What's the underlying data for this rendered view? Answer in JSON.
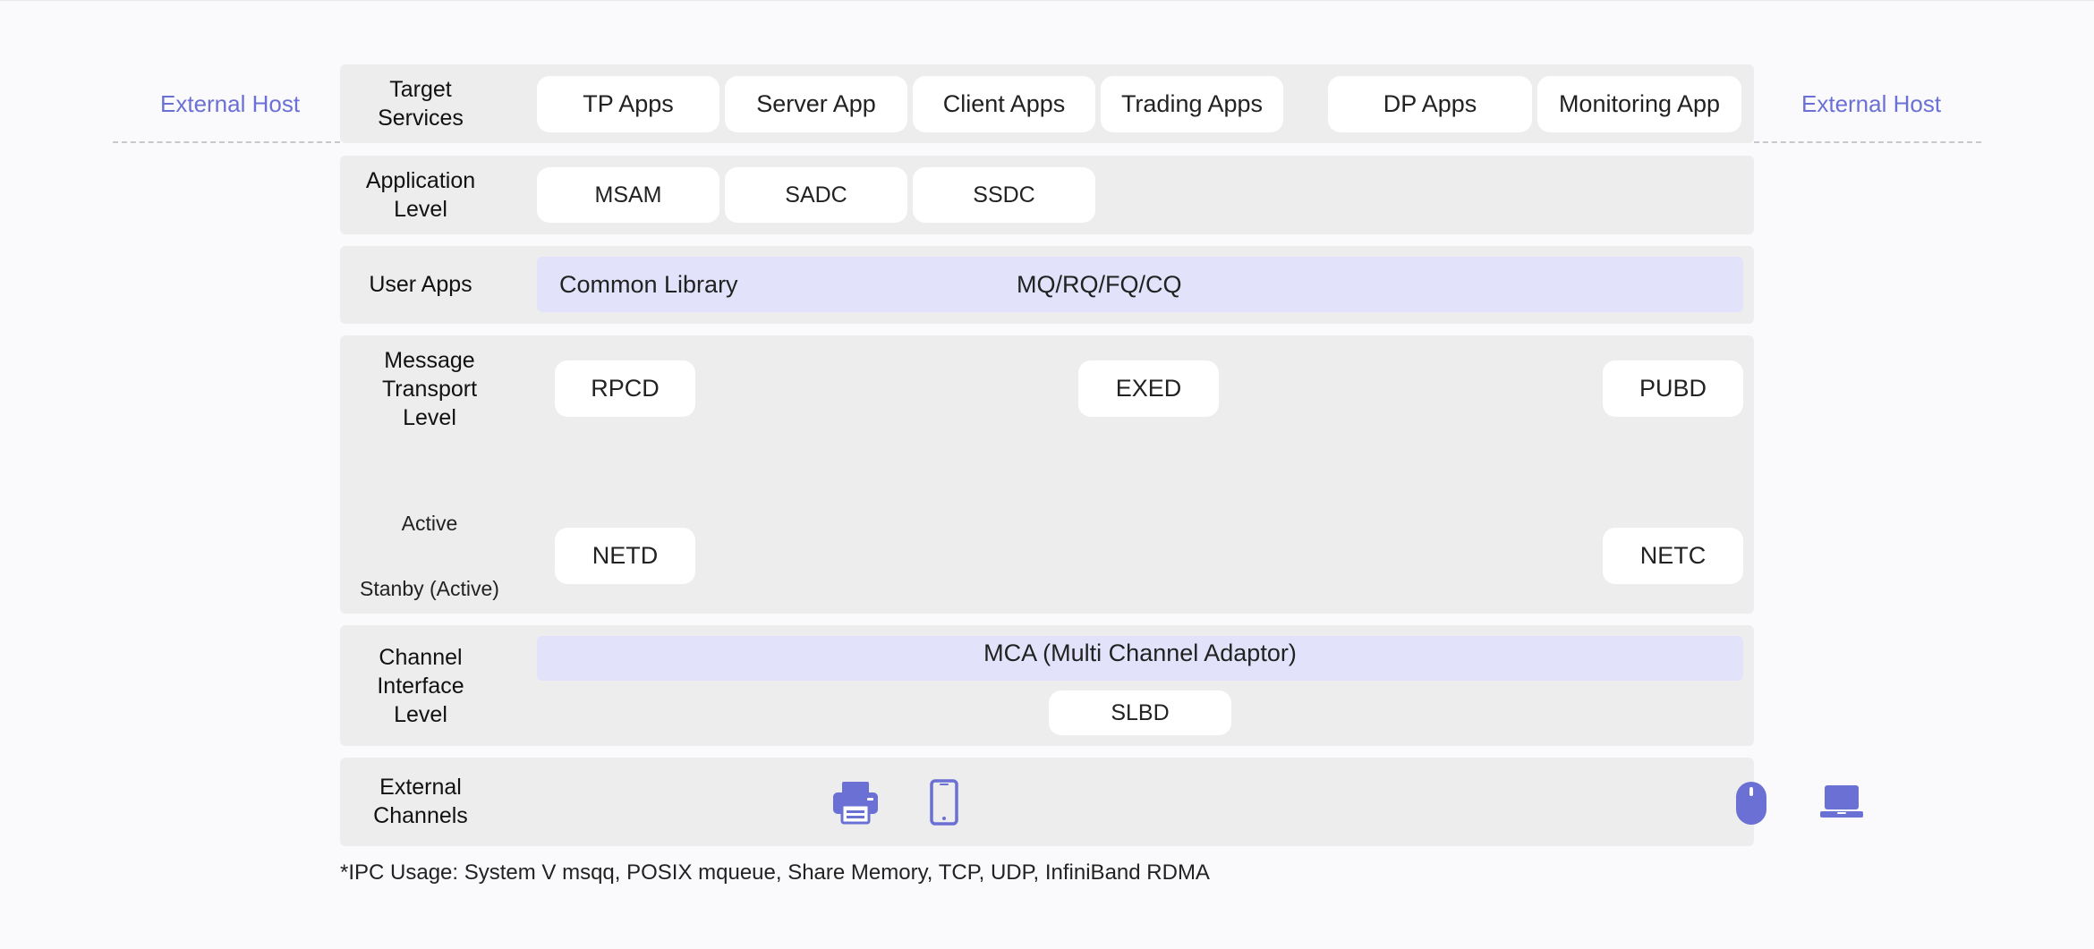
{
  "external_hosts": {
    "left": "External Host",
    "right": "External Host"
  },
  "colors": {
    "accent": "#6b70d4",
    "panel": "#ededed",
    "highlight_bar": "#e2e3fa"
  },
  "levels": {
    "target_services": {
      "label": "Target\nServices",
      "items": [
        "TP Apps",
        "Server App",
        "Client Apps",
        "Trading Apps",
        "DP Apps",
        "Monitoring App"
      ]
    },
    "application": {
      "label": "Application\nLevel",
      "items": [
        "MSAM",
        "SADC",
        "SSDC"
      ]
    },
    "user_apps": {
      "label": "User Apps",
      "common_library": "Common Library",
      "queues": "MQ/RQ/FQ/CQ"
    },
    "message_transport": {
      "label": "Message\nTransport\nLevel",
      "items": [
        "RPCD",
        "EXED",
        "PUBD"
      ],
      "active": "Active",
      "standby": "Stanby (Active)",
      "net_items": [
        "NETD",
        "NETC"
      ]
    },
    "channel_interface": {
      "label": "Channel\nInterface\nLevel",
      "mca": "MCA (Multi Channel Adaptor)",
      "slbd": "SLBD"
    },
    "external_channels": {
      "label": "External\nChannels",
      "icons": [
        "printer-icon",
        "smartphone-icon",
        "mouse-icon",
        "laptop-icon"
      ]
    }
  },
  "footnote": "*IPC Usage: System V msqq, POSIX mqueue, Share Memory, TCP, UDP, InfiniBand RDMA"
}
